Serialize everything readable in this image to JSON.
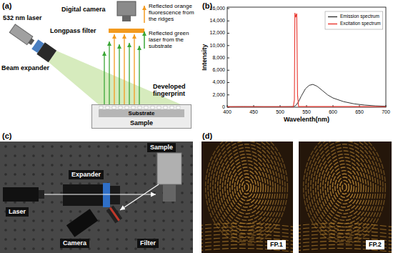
{
  "diagram": {
    "nodes": [
      {
        "text": [
          "Sample"
        ]
      },
      {
        "text": [
          "Substrate"
        ],
        "in": 0
      },
      {
        "text": [
          "Sample"
        ]
      },
      {
        "text": [
          "Expander"
        ]
      },
      {
        "text": [
          "Laser"
        ]
      },
      {
        "text": [
          "Camera"
        ]
      },
      {
        "text": [
          "Filter"
        ]
      },
      {
        "text": [
          "FP.1"
        ]
      },
      {
        "text": [
          "FP.2"
        ]
      }
    ],
    "labels": [
      "(a)",
      "532 nm laser",
      "Beam expander",
      "Digital camera",
      "Longpass filter",
      "Reflected orange fluorescence from the ridges",
      "Reflected green laser from the substrate",
      "Developed fingerprint",
      "(b)",
      "Intensity",
      "0",
      "2,000",
      "4,000",
      "6,000",
      "8,000",
      "10,000",
      "12,000",
      "14,000",
      "16,000",
      "400",
      "450",
      "500",
      "550",
      "600",
      "650",
      "700",
      "Wavelenth(nm)",
      "(c)",
      "(d)"
    ],
    "legend": [
      {
        "text": "Emission spectrum"
      },
      {
        "text": "Excitation spectrum"
      }
    ]
  }
}
